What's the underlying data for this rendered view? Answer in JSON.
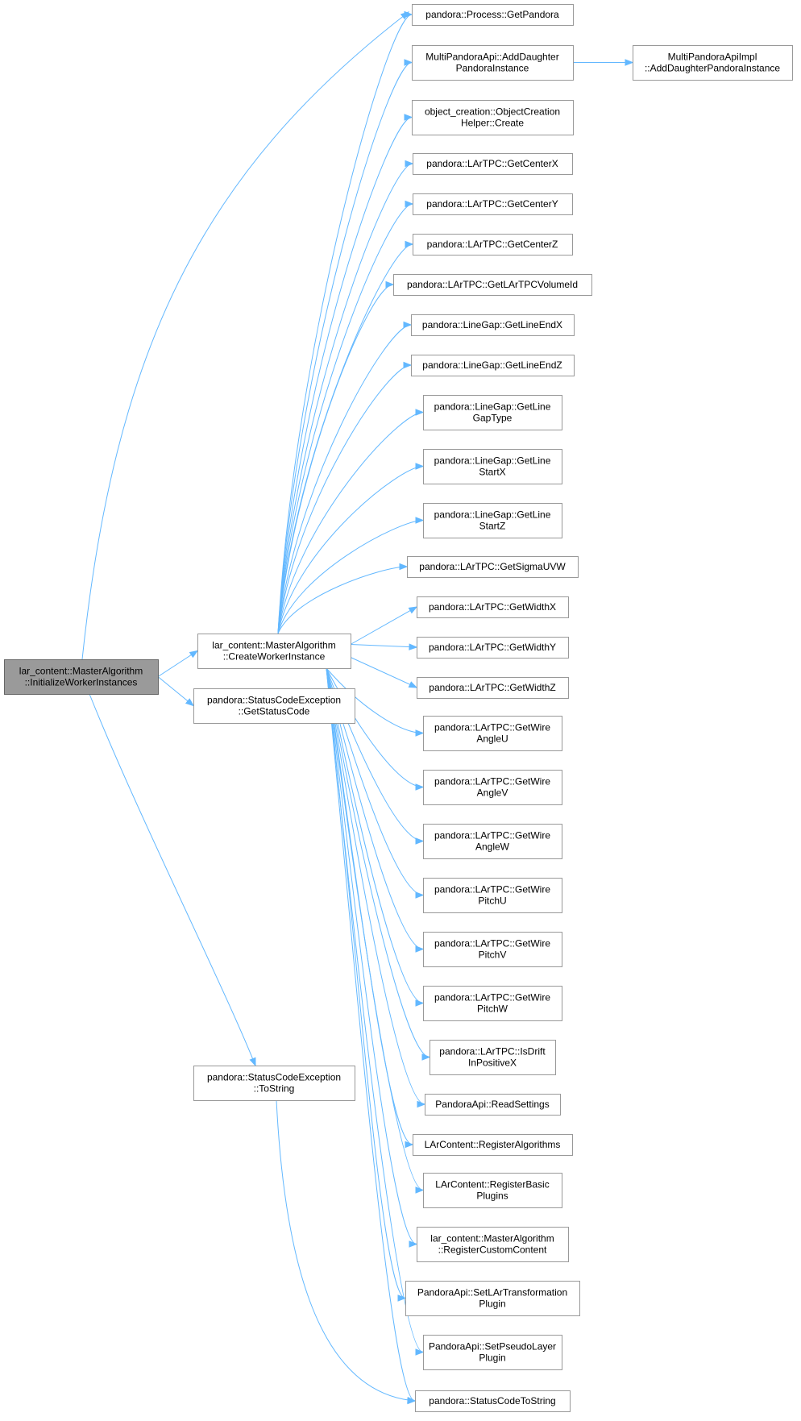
{
  "colors": {
    "edge": "#63b8ff",
    "node_border": "#999999",
    "root_fill": "#9a9a9a",
    "node_fill": "#ffffff"
  },
  "nodes": [
    {
      "id": "initialize_worker_instances",
      "lines": [
        "lar_content::MasterAlgorithm",
        "::InitializeWorkerInstances"
      ],
      "root": true
    },
    {
      "id": "create_worker_instance",
      "lines": [
        "lar_content::MasterAlgorithm",
        "::CreateWorkerInstance"
      ]
    },
    {
      "id": "get_status_code",
      "lines": [
        "pandora::StatusCodeException",
        "::GetStatusCode"
      ]
    },
    {
      "id": "exception_to_string",
      "lines": [
        "pandora::StatusCodeException",
        "::ToString"
      ]
    },
    {
      "id": "get_pandora",
      "lines": [
        "pandora::Process::GetPandora"
      ]
    },
    {
      "id": "add_daughter_pandora_instance",
      "lines": [
        "MultiPandoraApi::AddDaughter",
        "PandoraInstance"
      ]
    },
    {
      "id": "impl_add_daughter_pandora_instance",
      "lines": [
        "MultiPandoraApiImpl",
        "::AddDaughterPandoraInstance"
      ]
    },
    {
      "id": "object_creation_helper_create",
      "lines": [
        "object_creation::ObjectCreation",
        "Helper::Create"
      ]
    },
    {
      "id": "get_center_x",
      "lines": [
        "pandora::LArTPC::GetCenterX"
      ]
    },
    {
      "id": "get_center_y",
      "lines": [
        "pandora::LArTPC::GetCenterY"
      ]
    },
    {
      "id": "get_center_z",
      "lines": [
        "pandora::LArTPC::GetCenterZ"
      ]
    },
    {
      "id": "get_lartpc_volume_id",
      "lines": [
        "pandora::LArTPC::GetLArTPCVolumeId"
      ]
    },
    {
      "id": "get_line_end_x",
      "lines": [
        "pandora::LineGap::GetLineEndX"
      ]
    },
    {
      "id": "get_line_end_z",
      "lines": [
        "pandora::LineGap::GetLineEndZ"
      ]
    },
    {
      "id": "get_line_gap_type",
      "lines": [
        "pandora::LineGap::GetLine",
        "GapType"
      ]
    },
    {
      "id": "get_line_start_x",
      "lines": [
        "pandora::LineGap::GetLine",
        "StartX"
      ]
    },
    {
      "id": "get_line_start_z",
      "lines": [
        "pandora::LineGap::GetLine",
        "StartZ"
      ]
    },
    {
      "id": "get_sigma_uvw",
      "lines": [
        "pandora::LArTPC::GetSigmaUVW"
      ]
    },
    {
      "id": "get_width_x",
      "lines": [
        "pandora::LArTPC::GetWidthX"
      ]
    },
    {
      "id": "get_width_y",
      "lines": [
        "pandora::LArTPC::GetWidthY"
      ]
    },
    {
      "id": "get_width_z",
      "lines": [
        "pandora::LArTPC::GetWidthZ"
      ]
    },
    {
      "id": "get_wire_angle_u",
      "lines": [
        "pandora::LArTPC::GetWire",
        "AngleU"
      ]
    },
    {
      "id": "get_wire_angle_v",
      "lines": [
        "pandora::LArTPC::GetWire",
        "AngleV"
      ]
    },
    {
      "id": "get_wire_angle_w",
      "lines": [
        "pandora::LArTPC::GetWire",
        "AngleW"
      ]
    },
    {
      "id": "get_wire_pitch_u",
      "lines": [
        "pandora::LArTPC::GetWire",
        "PitchU"
      ]
    },
    {
      "id": "get_wire_pitch_v",
      "lines": [
        "pandora::LArTPC::GetWire",
        "PitchV"
      ]
    },
    {
      "id": "get_wire_pitch_w",
      "lines": [
        "pandora::LArTPC::GetWire",
        "PitchW"
      ]
    },
    {
      "id": "is_drift_in_positive_x",
      "lines": [
        "pandora::LArTPC::IsDrift",
        "InPositiveX"
      ]
    },
    {
      "id": "read_settings",
      "lines": [
        "PandoraApi::ReadSettings"
      ]
    },
    {
      "id": "register_algorithms",
      "lines": [
        "LArContent::RegisterAlgorithms"
      ]
    },
    {
      "id": "register_basic_plugins",
      "lines": [
        "LArContent::RegisterBasic",
        "Plugins"
      ]
    },
    {
      "id": "register_custom_content",
      "lines": [
        "lar_content::MasterAlgorithm",
        "::RegisterCustomContent"
      ]
    },
    {
      "id": "set_lar_transformation_plugin",
      "lines": [
        "PandoraApi::SetLArTransformation",
        "Plugin"
      ]
    },
    {
      "id": "set_pseudo_layer_plugin",
      "lines": [
        "PandoraApi::SetPseudoLayer",
        "Plugin"
      ]
    },
    {
      "id": "status_code_to_string",
      "lines": [
        "pandora::StatusCodeToString"
      ]
    }
  ],
  "edges": [
    [
      "initialize_worker_instances",
      "create_worker_instance"
    ],
    [
      "initialize_worker_instances",
      "get_status_code"
    ],
    [
      "initialize_worker_instances",
      "exception_to_string"
    ],
    [
      "initialize_worker_instances",
      "get_pandora"
    ],
    [
      "create_worker_instance",
      "get_pandora"
    ],
    [
      "create_worker_instance",
      "add_daughter_pandora_instance"
    ],
    [
      "add_daughter_pandora_instance",
      "impl_add_daughter_pandora_instance"
    ],
    [
      "create_worker_instance",
      "object_creation_helper_create"
    ],
    [
      "create_worker_instance",
      "get_center_x"
    ],
    [
      "create_worker_instance",
      "get_center_y"
    ],
    [
      "create_worker_instance",
      "get_center_z"
    ],
    [
      "create_worker_instance",
      "get_lartpc_volume_id"
    ],
    [
      "create_worker_instance",
      "get_line_end_x"
    ],
    [
      "create_worker_instance",
      "get_line_end_z"
    ],
    [
      "create_worker_instance",
      "get_line_gap_type"
    ],
    [
      "create_worker_instance",
      "get_line_start_x"
    ],
    [
      "create_worker_instance",
      "get_line_start_z"
    ],
    [
      "create_worker_instance",
      "get_sigma_uvw"
    ],
    [
      "create_worker_instance",
      "get_width_x"
    ],
    [
      "create_worker_instance",
      "get_width_y"
    ],
    [
      "create_worker_instance",
      "get_width_z"
    ],
    [
      "create_worker_instance",
      "get_wire_angle_u"
    ],
    [
      "create_worker_instance",
      "get_wire_angle_v"
    ],
    [
      "create_worker_instance",
      "get_wire_angle_w"
    ],
    [
      "create_worker_instance",
      "get_wire_pitch_u"
    ],
    [
      "create_worker_instance",
      "get_wire_pitch_v"
    ],
    [
      "create_worker_instance",
      "get_wire_pitch_w"
    ],
    [
      "create_worker_instance",
      "is_drift_in_positive_x"
    ],
    [
      "create_worker_instance",
      "read_settings"
    ],
    [
      "create_worker_instance",
      "register_algorithms"
    ],
    [
      "create_worker_instance",
      "register_basic_plugins"
    ],
    [
      "create_worker_instance",
      "register_custom_content"
    ],
    [
      "create_worker_instance",
      "set_lar_transformation_plugin"
    ],
    [
      "create_worker_instance",
      "set_pseudo_layer_plugin"
    ],
    [
      "create_worker_instance",
      "status_code_to_string"
    ],
    [
      "exception_to_string",
      "status_code_to_string"
    ]
  ]
}
